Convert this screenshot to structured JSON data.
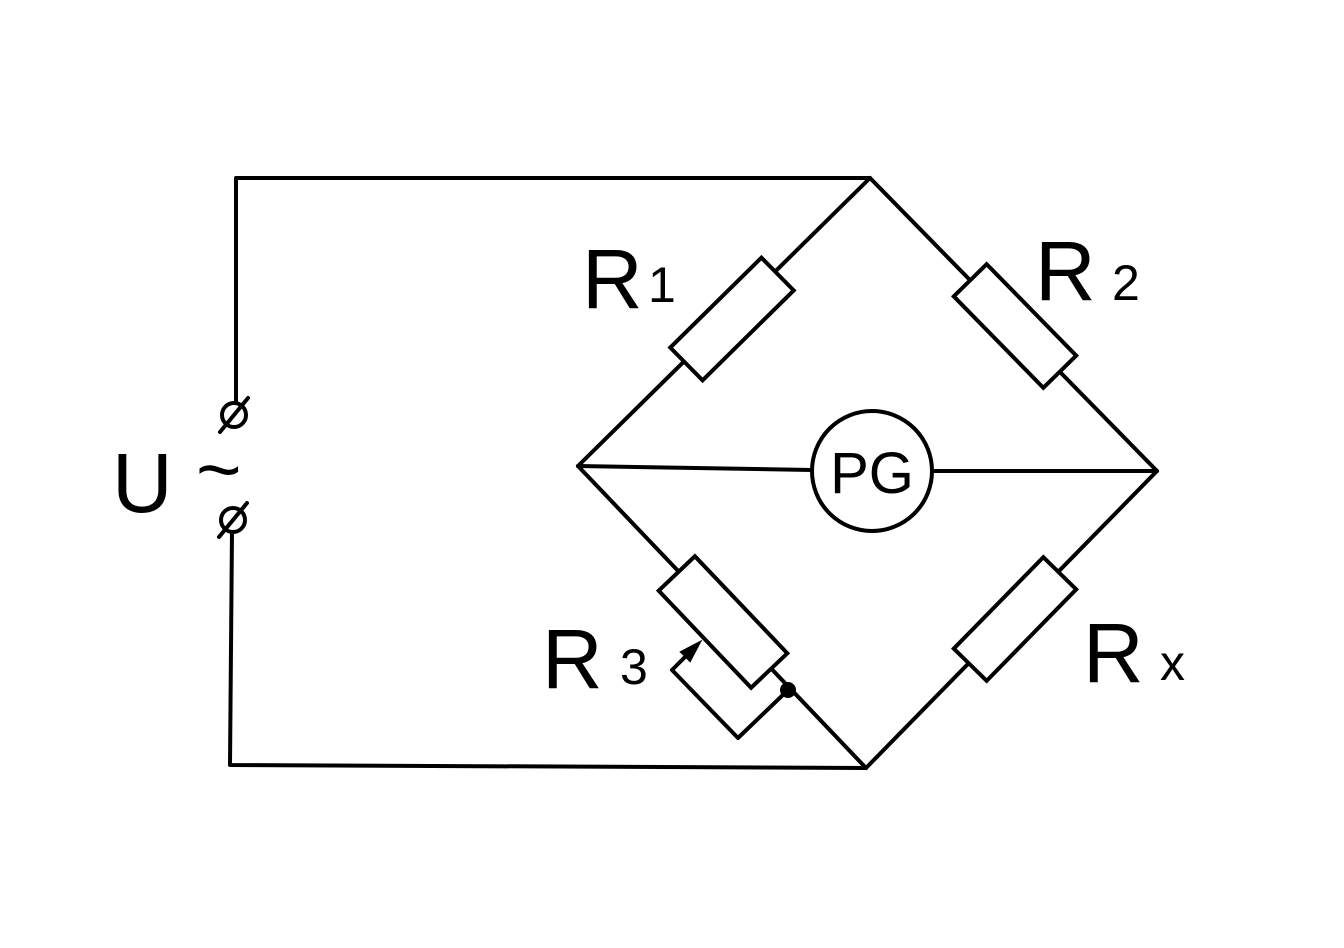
{
  "diagram": {
    "source": {
      "main": "U",
      "ac_symbol": "~"
    },
    "resistors": [
      {
        "main": "R",
        "sub": "1"
      },
      {
        "main": "R",
        "sub": "2"
      },
      {
        "main": "R",
        "sub": "3"
      },
      {
        "main": "R",
        "sub": "x"
      }
    ],
    "meter": {
      "label": "PG"
    },
    "colors": {
      "line": "#000000",
      "background": "#ffffff"
    }
  }
}
